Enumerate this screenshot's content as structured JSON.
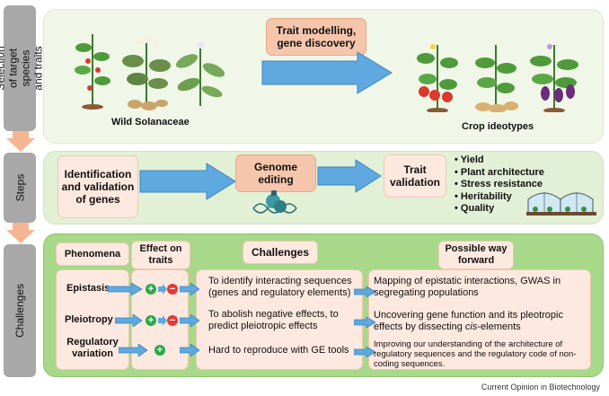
{
  "sidebar": {
    "tab1": "Selection of target species and traits",
    "tab2": "Steps",
    "tab3": "Challenges"
  },
  "top": {
    "trait_box": "Trait modelling, gene discovery",
    "left_label": "Wild Solanaceae",
    "right_label": "Crop ideotypes"
  },
  "steps": {
    "box1": "Identification and validation of genes",
    "box2": "Genome editing",
    "box3": "Trait validation",
    "traits": [
      "Yield",
      "Plant architecture",
      "Stress resistance",
      "Heritability",
      "Quality"
    ]
  },
  "challenges": {
    "headers": {
      "phenomena": "Phenomena",
      "effect": "Effect on traits",
      "challenges": "Challenges",
      "forward": "Possible way forward"
    },
    "rows": [
      {
        "phenomenon": "Epistasis",
        "challenge": "To identify interacting sequences (genes and regulatory elements)",
        "forward": "Mapping of epistatic interactions, GWAS in segregating populations"
      },
      {
        "phenomenon": "Pleiotropy",
        "challenge": "To abolish negative effects, to predict pleiotropic effects",
        "forward_a": "Uncovering gene function and its pleotropic effects by dissecting ",
        "forward_b": "cis",
        "forward_c": "-elements"
      },
      {
        "phenomenon": "Regulatory variation",
        "challenge": "Hard to reproduce with GE tools",
        "forward": "Improving our understanding of the architecture of regulatory sequences and the regulatory code of non-coding sequences."
      }
    ]
  },
  "footer": "Current Opinion in Biotechnology",
  "colors": {
    "panel_top_bg": "#f0f7e8",
    "panel_steps_bg": "#e2f0d6",
    "panel_chal_bg": "#a8d88a",
    "salmon": "#f6c6ac",
    "pale": "#fde9df",
    "arrow_blue": "#5fa9e0",
    "arrow_orange": "#f6b692"
  }
}
